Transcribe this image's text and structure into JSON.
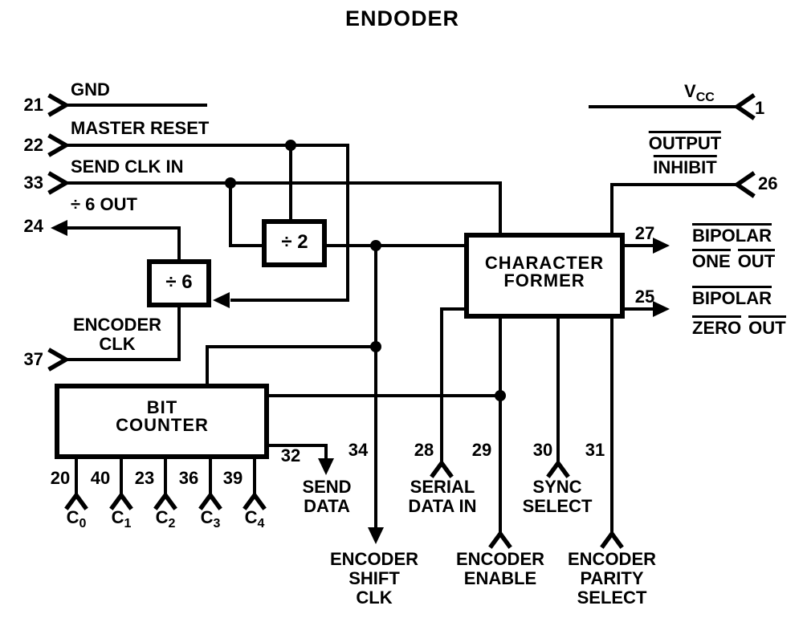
{
  "title": "ENDODER",
  "colors": {
    "ink": "#000000",
    "paper": "#ffffff"
  },
  "blocks": {
    "divide_by_2": {
      "label": "÷ 2"
    },
    "divide_by_6": {
      "label": "÷ 6"
    },
    "bit_counter": {
      "line1": "BIT",
      "line2": "COUNTER"
    },
    "character_former": {
      "line1": "CHARACTER",
      "line2": "FORMER"
    }
  },
  "left_pins": {
    "gnd": {
      "num": "21",
      "label": "GND"
    },
    "master_reset": {
      "num": "22",
      "label": "MASTER RESET"
    },
    "send_clk_in": {
      "num": "33",
      "label": "SEND CLK IN"
    },
    "div6_out": {
      "num": "24",
      "label": "÷ 6 OUT"
    },
    "encoder_clk": {
      "num": "37",
      "line1": "ENCODER",
      "line2": "CLK"
    }
  },
  "right_pins": {
    "vcc": {
      "num": "1",
      "label": "V",
      "label_sub": "CC"
    },
    "output_inhibit": {
      "num": "26",
      "line1": "OUTPUT",
      "line2": "INHIBIT"
    },
    "bipolar_one_out": {
      "num": "27",
      "line1": "BIPOLAR",
      "line2a": "ONE",
      "line2b": "OUT"
    },
    "bipolar_zero_out": {
      "num": "25",
      "line1": "BIPOLAR",
      "line2a": "ZERO",
      "line2b": "OUT"
    }
  },
  "bottom_pins": {
    "send_data": {
      "num": "32",
      "line1": "SEND",
      "line2": "DATA"
    },
    "encoder_shift_clk": {
      "num": "34",
      "line1": "ENCODER",
      "line2": "SHIFT",
      "line3": "CLK"
    },
    "serial_data_in": {
      "num": "28",
      "line1": "SERIAL",
      "line2": "DATA IN"
    },
    "encoder_enable": {
      "num": "29",
      "line1": "ENCODER",
      "line2": "ENABLE"
    },
    "sync_select": {
      "num": "30",
      "line1": "SYNC",
      "line2": "SELECT"
    },
    "encoder_parity_select": {
      "num": "31",
      "line1": "ENCODER",
      "line2": "PARITY",
      "line3": "SELECT"
    }
  },
  "counter_outputs": [
    {
      "num": "20",
      "label": "C",
      "sub": "0"
    },
    {
      "num": "40",
      "label": "C",
      "sub": "1"
    },
    {
      "num": "23",
      "label": "C",
      "sub": "2"
    },
    {
      "num": "36",
      "label": "C",
      "sub": "3"
    },
    {
      "num": "39",
      "label": "C",
      "sub": "4"
    }
  ]
}
